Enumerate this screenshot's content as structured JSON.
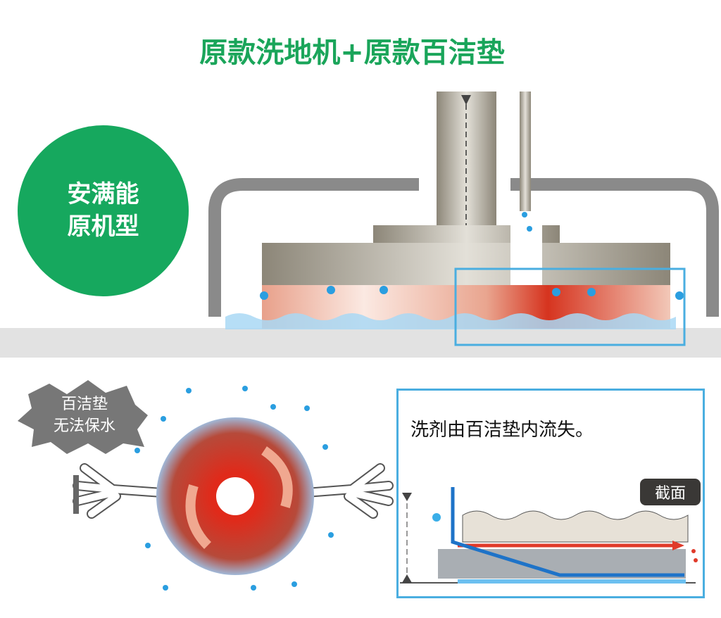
{
  "title": "原款洗地机+原款百洁垫",
  "badge": {
    "line1": "安满能",
    "line2": "原机型"
  },
  "burst": {
    "line1": "百洁垫",
    "line2": "无法保水"
  },
  "panel": {
    "caption": "洗剂由百洁垫内流失。",
    "section_label": "截面"
  },
  "colors": {
    "green": "#1aa55a",
    "blue": "#1e73c8",
    "red": "#e03a2a",
    "frame": "#4aaee0"
  }
}
